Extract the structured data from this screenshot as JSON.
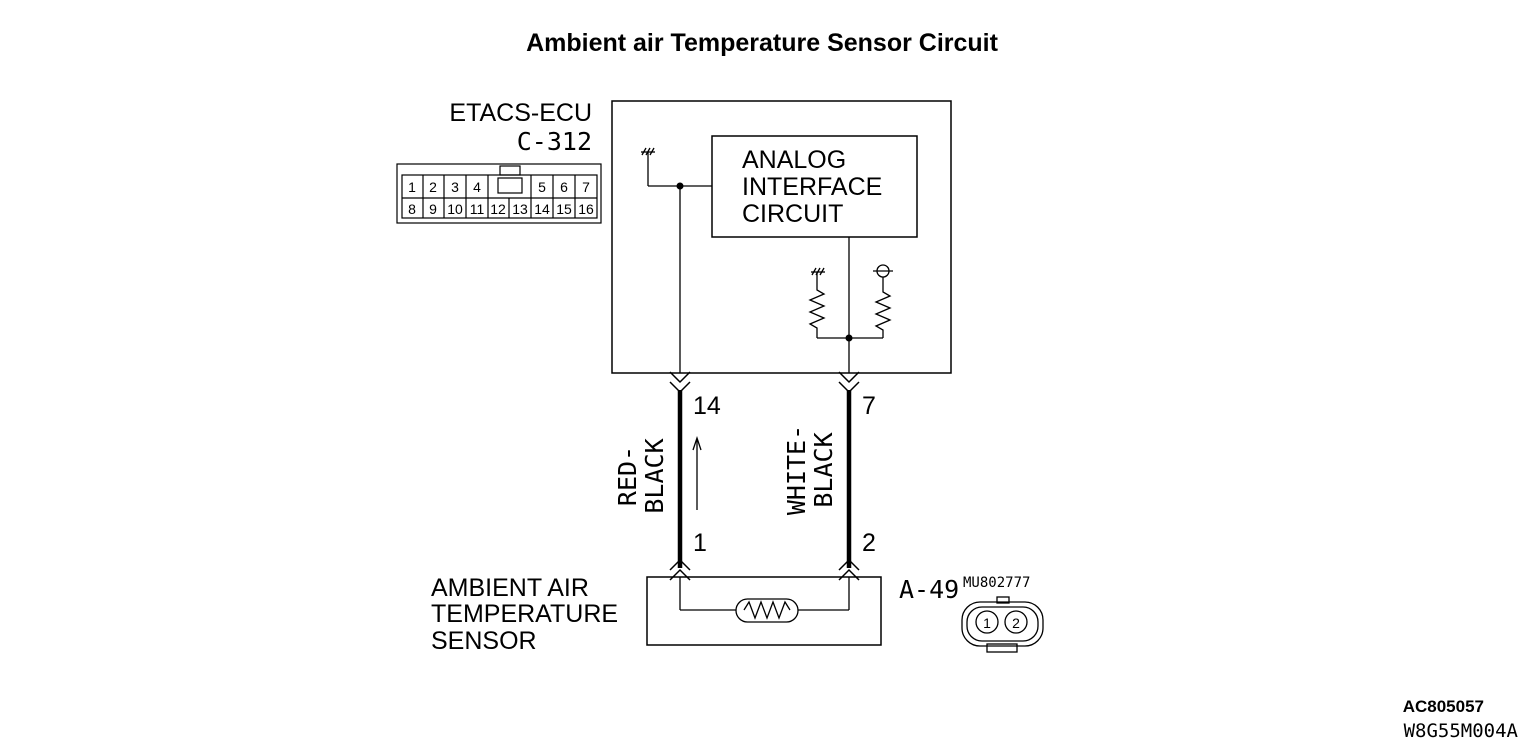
{
  "title": "Ambient air Temperature Sensor Circuit",
  "ecu": {
    "name": "ETACS-ECU",
    "connector": "C-312",
    "pins_top": [
      "1",
      "2",
      "3",
      "4",
      "5",
      "6",
      "7"
    ],
    "pins_bottom": [
      "8",
      "9",
      "10",
      "11",
      "12",
      "13",
      "14",
      "15",
      "16"
    ]
  },
  "analog_interface": {
    "line1": "ANALOG",
    "line2": "INTERFACE",
    "line3": "CIRCUIT"
  },
  "wires": [
    {
      "ecu_pin": "14",
      "sensor_pin": "1",
      "color_line1": "RED-",
      "color_line2": "BLACK"
    },
    {
      "ecu_pin": "7",
      "sensor_pin": "2",
      "color_line1": "WHITE-",
      "color_line2": "BLACK"
    }
  ],
  "sensor": {
    "line1": "AMBIENT AIR",
    "line2": "TEMPERATURE",
    "line3": "SENSOR",
    "connector": "A-49",
    "part_number": "MU802777",
    "pins": [
      "1",
      "2"
    ]
  },
  "figure_codes": {
    "code1": "AC805057",
    "code2": "W8G55M004A"
  }
}
